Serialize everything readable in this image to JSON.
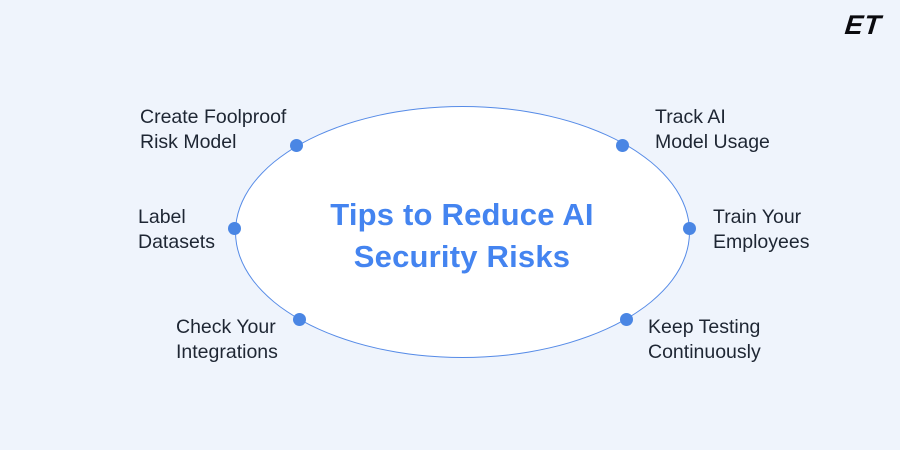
{
  "colors": {
    "background": "#eff4fc",
    "ellipse_fill": "#ffffff",
    "ellipse_border": "#568be7",
    "dot": "#4a86e4",
    "title": "#4484f0",
    "label_text": "#1e2633",
    "logo": "#0a0a0e"
  },
  "logo": {
    "text": "ET"
  },
  "diagram": {
    "title": {
      "line1": "Tips to Reduce AI",
      "line2": "Security Risks"
    },
    "nodes": [
      {
        "position": "top-left",
        "label_line1": "Create Foolproof",
        "label_line2": "Risk Model"
      },
      {
        "position": "middle-left",
        "label_line1": "Label",
        "label_line2": "Datasets"
      },
      {
        "position": "bottom-left",
        "label_line1": "Check Your",
        "label_line2": "Integrations"
      },
      {
        "position": "top-right",
        "label_line1": "Track AI",
        "label_line2": "Model Usage"
      },
      {
        "position": "middle-right",
        "label_line1": "Train Your",
        "label_line2": "Employees"
      },
      {
        "position": "bottom-right",
        "label_line1": "Keep Testing",
        "label_line2": "Continuously"
      }
    ]
  }
}
